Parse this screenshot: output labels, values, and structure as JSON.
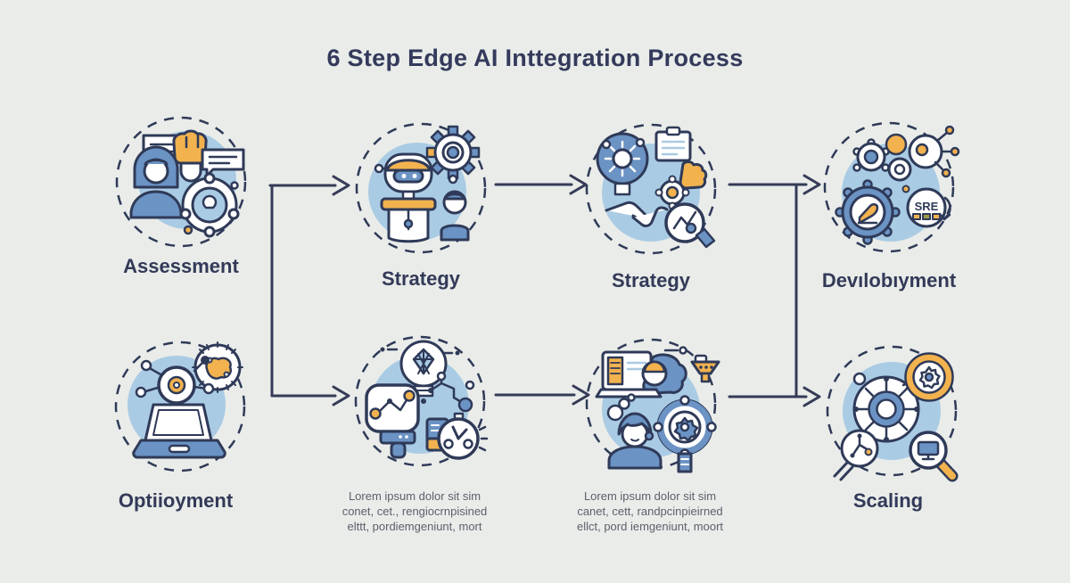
{
  "title": "6 Step Edge AI Inttegration Process",
  "colors": {
    "background": "#e9ece9",
    "ink": "#2f3a58",
    "accent_blue": "#6b93c4",
    "light_blue": "#aacbe4",
    "accent_orange": "#f2b24e",
    "body_text": "#5c616b"
  },
  "steps": [
    {
      "id": "assessment",
      "label": "Assessment",
      "icon": "people-discussion-brain-network-icon"
    },
    {
      "id": "strategy-1",
      "label": "Strategy",
      "icon": "robot-gear-icon"
    },
    {
      "id": "strategy-2",
      "label": "Strategy",
      "icon": "idea-puzzle-handshake-icon"
    },
    {
      "id": "development",
      "label": "Devılobıyment",
      "icon": "gear-rocket-code-icon",
      "icon_text": "SRE"
    },
    {
      "id": "deployment",
      "label": "Optiioyment",
      "icon": "laptop-vision-network-icon"
    },
    {
      "id": "testing",
      "label": "",
      "icon": "bulb-robot-arm-stopwatch-icon",
      "description": [
        "Lorem ipsum dolor sit sim",
        "conet, cet., rengiocrnpisined",
        "elttt, pordiemgeniunt, mort"
      ]
    },
    {
      "id": "support",
      "label": "",
      "icon": "operator-gear-monitor-icon",
      "description": [
        "Lorem ipsum dolor sit sim",
        "canet, cett, randpcinpieirned",
        "ellct, pord iemgeniunt, moort"
      ]
    },
    {
      "id": "scaling",
      "label": "Scaling",
      "icon": "network-hub-magnifier-icon"
    }
  ]
}
